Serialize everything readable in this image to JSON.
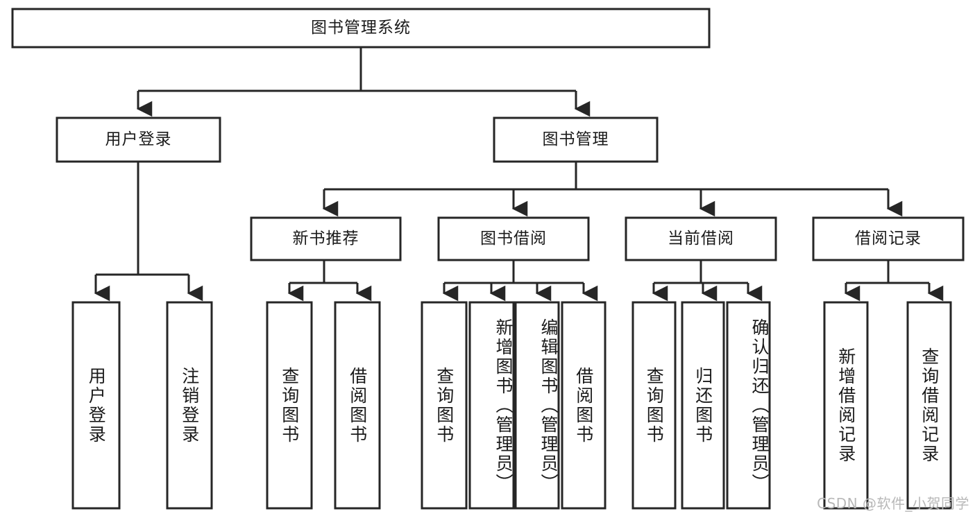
{
  "diagram": {
    "title": "图书管理系统",
    "watermark": "CSDN @软件_小贺同学",
    "colors": {
      "stroke": "#262626",
      "fill": "#ffffff",
      "text": "#1a1a1a",
      "watermark": "#b8b8b8"
    },
    "nodes": {
      "root": {
        "label": "图书管理系统",
        "level": 1,
        "orientation": "horizontal"
      },
      "user_login": {
        "label": "用户登录",
        "level": 2,
        "orientation": "horizontal"
      },
      "book_manage": {
        "label": "图书管理",
        "level": 2,
        "orientation": "horizontal"
      },
      "new_book_rec": {
        "label": "新书推荐",
        "level": 3,
        "orientation": "horizontal"
      },
      "book_borrow": {
        "label": "图书借阅",
        "level": 3,
        "orientation": "horizontal"
      },
      "current_borrow": {
        "label": "当前借阅",
        "level": 3,
        "orientation": "horizontal"
      },
      "borrow_record": {
        "label": "借阅记录",
        "level": 3,
        "orientation": "horizontal"
      },
      "leaf_user_login": {
        "label": "用户登录",
        "level": 4,
        "orientation": "vertical"
      },
      "leaf_logout": {
        "label": "注销登录",
        "level": 4,
        "orientation": "vertical"
      },
      "leaf_query_book_1": {
        "label": "查询图书",
        "level": 4,
        "orientation": "vertical"
      },
      "leaf_borrow_book_1": {
        "label": "借阅图书",
        "level": 4,
        "orientation": "vertical"
      },
      "leaf_query_book_2": {
        "label": "查询图书",
        "level": 4,
        "orientation": "vertical"
      },
      "leaf_add_book": {
        "label": "新增图书（管理员）",
        "level": 4,
        "orientation": "vertical"
      },
      "leaf_edit_book": {
        "label": "编辑图书（管理员）",
        "level": 4,
        "orientation": "vertical"
      },
      "leaf_borrow_book_2": {
        "label": "借阅图书",
        "level": 4,
        "orientation": "vertical"
      },
      "leaf_query_book_3": {
        "label": "查询图书",
        "level": 4,
        "orientation": "vertical"
      },
      "leaf_return_book": {
        "label": "归还图书",
        "level": 4,
        "orientation": "vertical"
      },
      "leaf_confirm_return": {
        "label": "确认归还（管理员）",
        "level": 4,
        "orientation": "vertical"
      },
      "leaf_add_record": {
        "label": "新增借阅记录",
        "level": 4,
        "orientation": "vertical"
      },
      "leaf_query_record": {
        "label": "查询借阅记录",
        "level": 4,
        "orientation": "vertical"
      }
    },
    "edges": [
      {
        "from": "root",
        "to": "user_login"
      },
      {
        "from": "root",
        "to": "book_manage"
      },
      {
        "from": "user_login",
        "to": "leaf_user_login"
      },
      {
        "from": "user_login",
        "to": "leaf_logout"
      },
      {
        "from": "book_manage",
        "to": "new_book_rec"
      },
      {
        "from": "book_manage",
        "to": "book_borrow"
      },
      {
        "from": "book_manage",
        "to": "current_borrow"
      },
      {
        "from": "book_manage",
        "to": "borrow_record"
      },
      {
        "from": "new_book_rec",
        "to": "leaf_query_book_1"
      },
      {
        "from": "new_book_rec",
        "to": "leaf_borrow_book_1"
      },
      {
        "from": "book_borrow",
        "to": "leaf_query_book_2"
      },
      {
        "from": "book_borrow",
        "to": "leaf_add_book"
      },
      {
        "from": "book_borrow",
        "to": "leaf_edit_book"
      },
      {
        "from": "book_borrow",
        "to": "leaf_borrow_book_2"
      },
      {
        "from": "current_borrow",
        "to": "leaf_query_book_3"
      },
      {
        "from": "current_borrow",
        "to": "leaf_return_book"
      },
      {
        "from": "current_borrow",
        "to": "leaf_confirm_return"
      },
      {
        "from": "borrow_record",
        "to": "leaf_add_record"
      },
      {
        "from": "borrow_record",
        "to": "leaf_query_record"
      }
    ]
  }
}
